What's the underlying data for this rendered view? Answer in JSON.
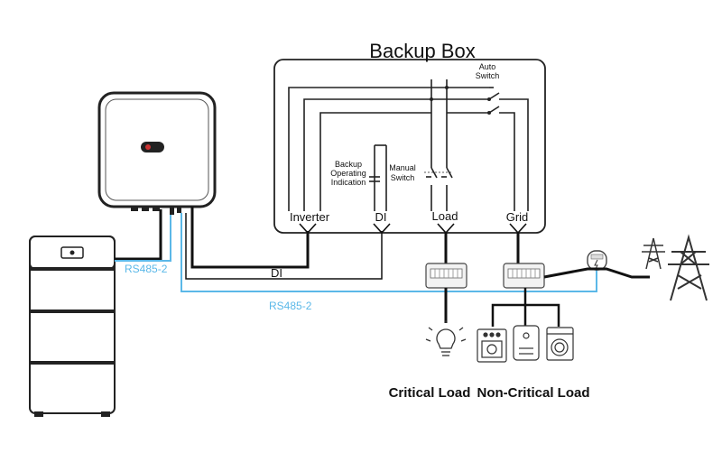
{
  "backup_box": {
    "title": "Backup Box",
    "auto_switch_line1": "Auto",
    "auto_switch_line2": "Switch",
    "manual_switch_line1": "Manual",
    "manual_switch_line2": "Switch",
    "backup_line1": "Backup",
    "backup_line2": "Operating",
    "backup_line3": "Indication",
    "terminals": {
      "inverter": "Inverter",
      "di": "DI",
      "load": "Load",
      "grid": "Grid"
    }
  },
  "cables": {
    "rs485_top": "RS485-2",
    "di": "DI",
    "rs485_bottom": "RS485-2"
  },
  "loads": {
    "critical": "Critical Load",
    "non_critical": "Non-Critical Load"
  },
  "colors": {
    "rs485_cable": "#5bb8e8",
    "wire": "#111111",
    "box_outline": "#222222"
  }
}
